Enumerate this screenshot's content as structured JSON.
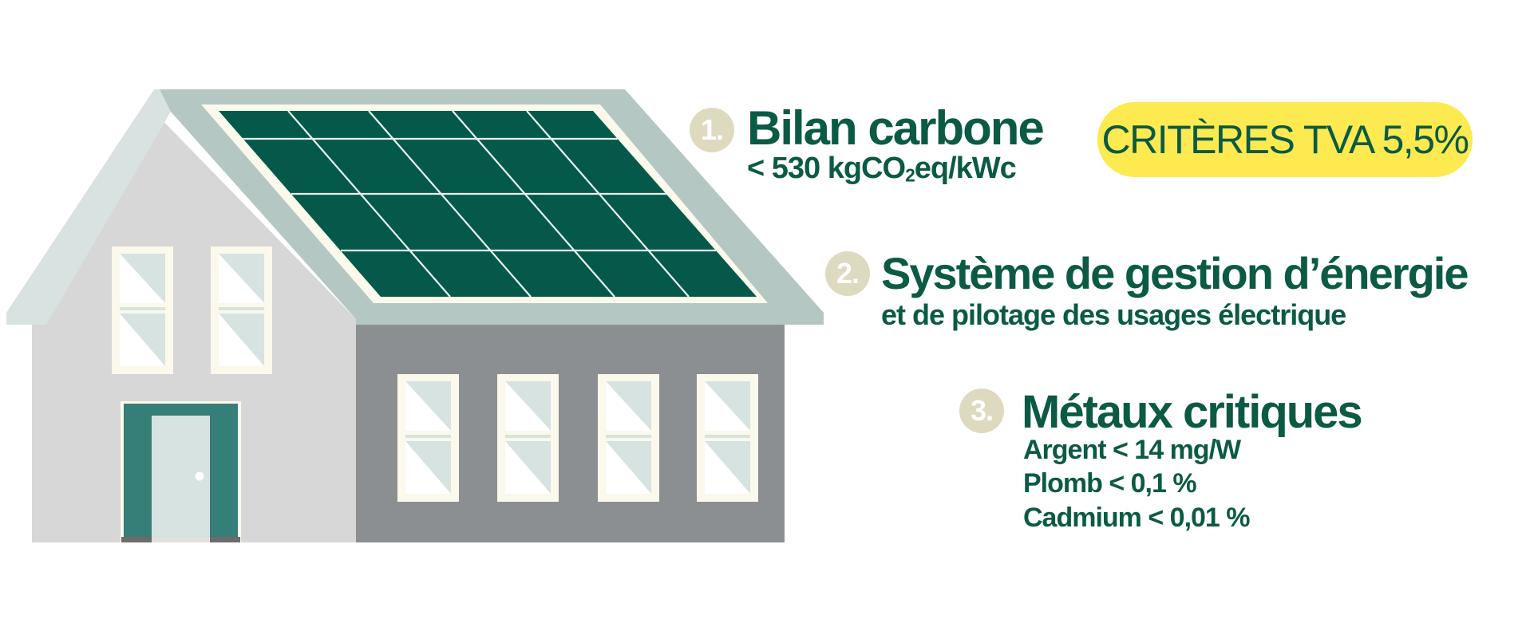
{
  "badge": {
    "label": "CRITÈRES TVA 5,5%",
    "bg_color": "#fdea50",
    "text_color": "#0b5a45"
  },
  "criteria": [
    {
      "number": "1.",
      "title": "Bilan carbone",
      "lines": [
        "< 530 kgCO",
        "2",
        "eq/kWc"
      ]
    },
    {
      "number": "2.",
      "title": "Système de gestion d’énergie",
      "lines": [
        "et de pilotage des usages électrique"
      ]
    },
    {
      "number": "3.",
      "title": "Métaux critiques",
      "lines": [
        "Argent < 14 mg/W",
        "Plomb < 0,1 %",
        "Cadmium < 0,01 %"
      ]
    }
  ],
  "illustration": {
    "subject": "house-with-solar-panels",
    "colors": {
      "panel": "#04594a",
      "panel_frame": "#fbf8ec",
      "roof": "#b5c7c2",
      "gable": "#d8e3e1",
      "main_wall": "#d7d7d7",
      "wing_wall": "#8c8f91",
      "door_frame": "#367e78",
      "door": "#d6e3e1",
      "window_frame": "#fbf8ec",
      "window_glass": "#d6e3e1",
      "accent_text": "#0b5a45",
      "number_badge": "#dedac0"
    }
  }
}
